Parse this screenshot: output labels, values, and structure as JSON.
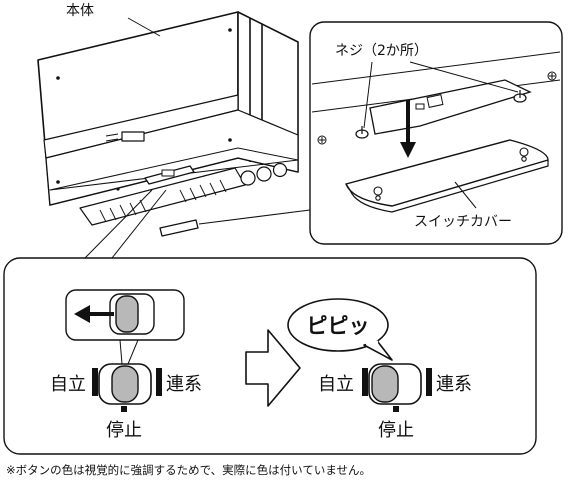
{
  "labels": {
    "main_unit": "本体",
    "screws": "ネジ（2か所）",
    "switch_cover": "スイッチカバー",
    "self_standing": "自立",
    "grid_connected": "連系",
    "stop": "停止",
    "beep_sound": "ピピッ"
  },
  "footnote": "※ボタンの色は視覚的に強調するためで、実際に色は付いていません。",
  "colors": {
    "line": "#111111",
    "switch_knob": "#b8b8b8",
    "background": "#ffffff"
  },
  "icons": {
    "arrow_left": "arrow-left-icon",
    "arrow_down": "arrow-down-icon",
    "arrow_right_outline": "outline-arrow-right-icon",
    "speech_bubble": "speech-bubble-icon",
    "screw": "screw-icon"
  }
}
